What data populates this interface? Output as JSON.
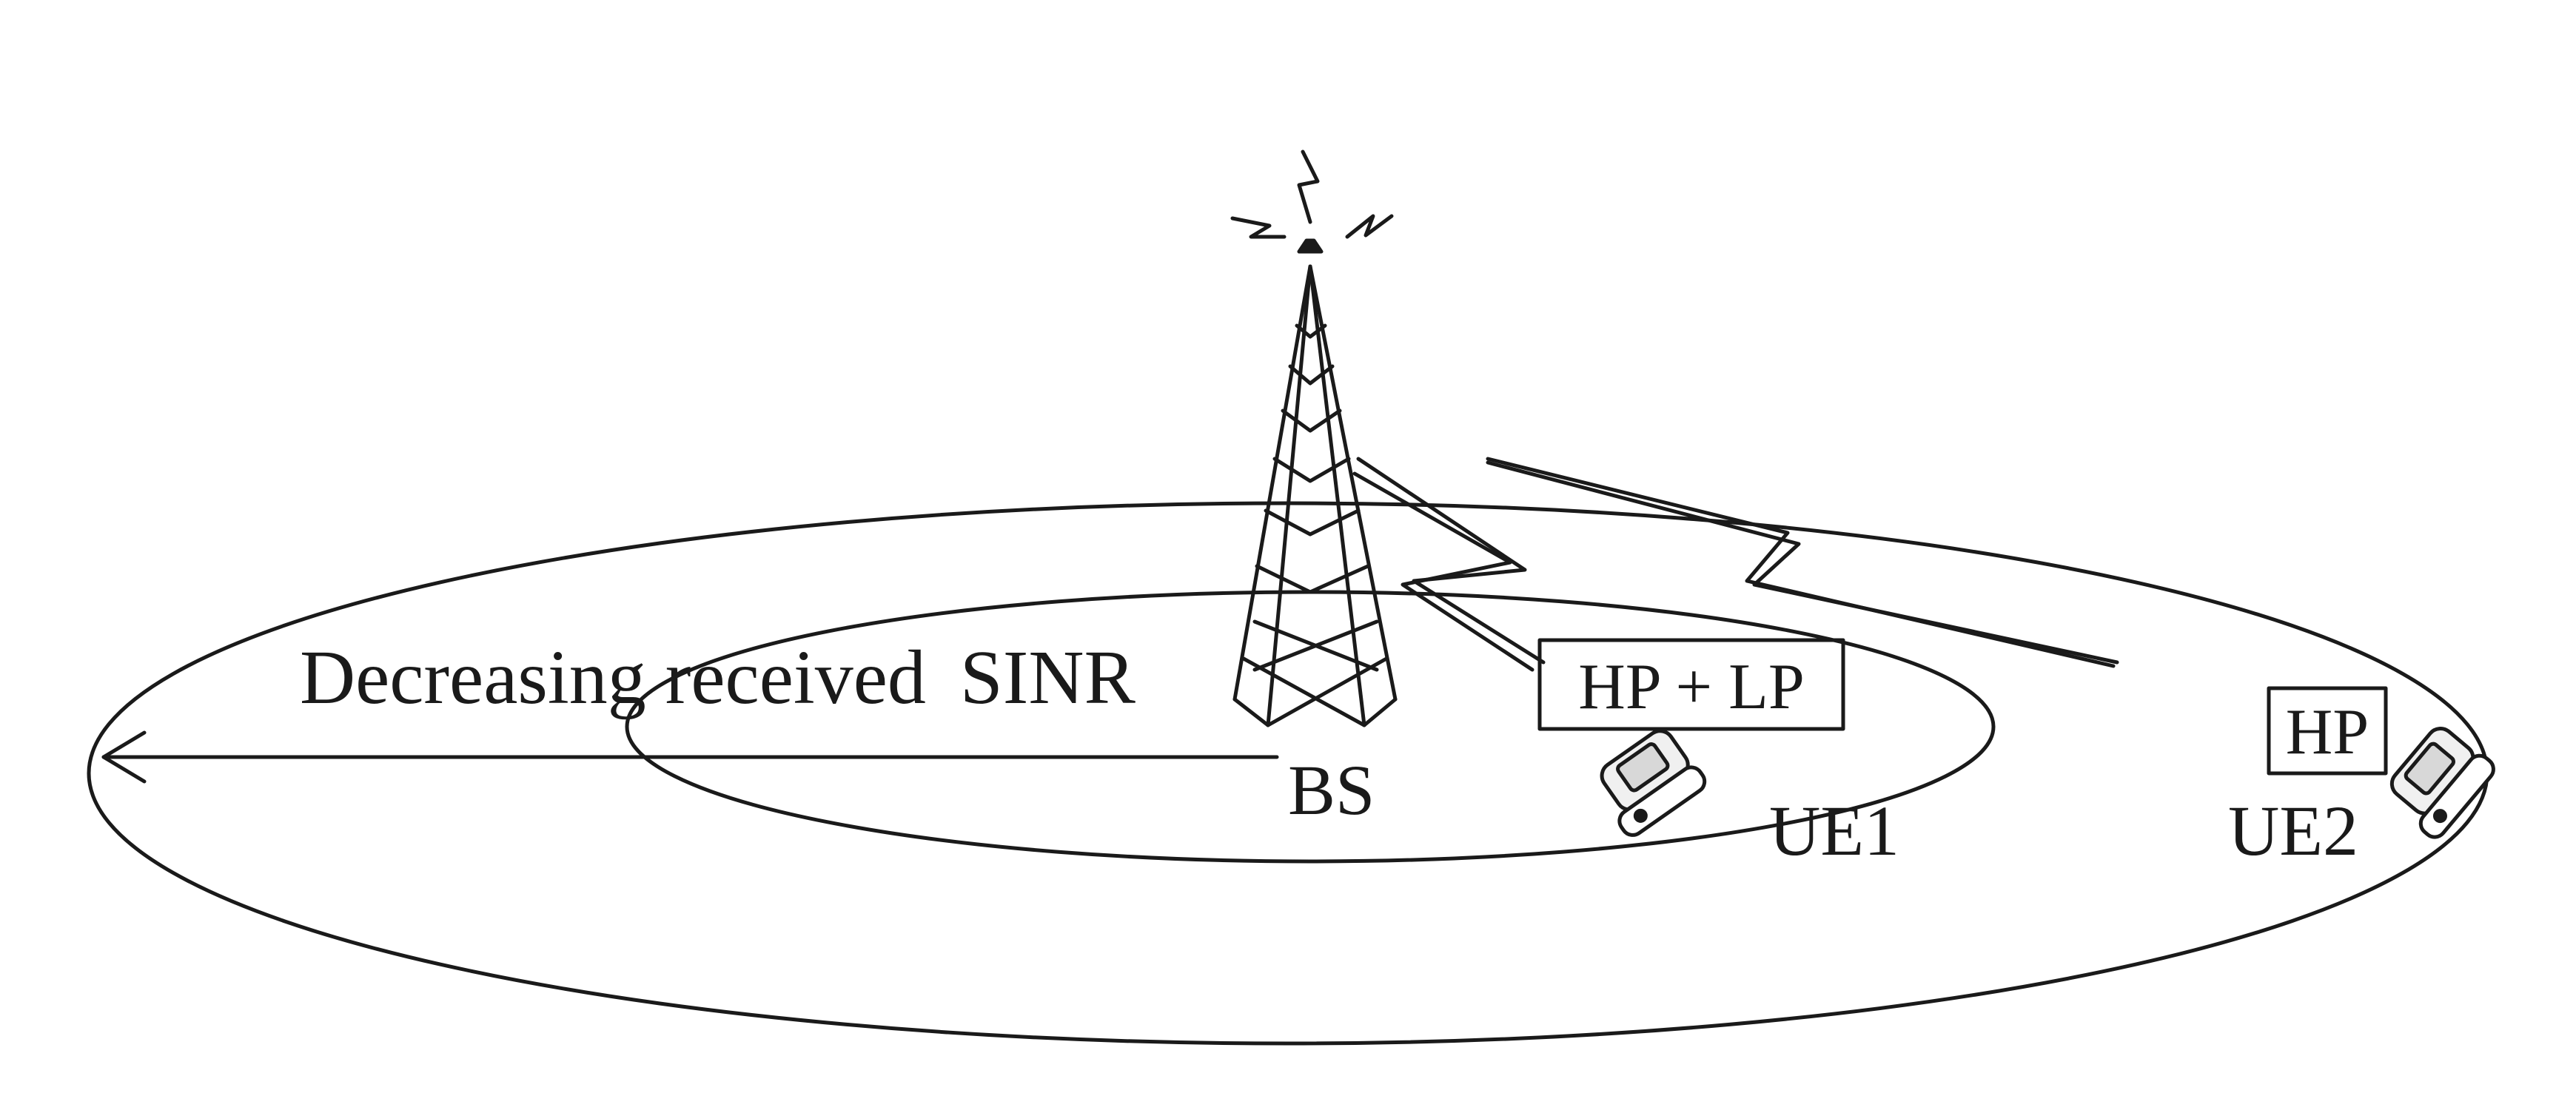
{
  "diagram": {
    "arrow_label_part1": "Decreasing received",
    "arrow_label_part2": "SINR",
    "base_station_label": "BS",
    "ue1": {
      "label": "UE1",
      "power_box": "HP + LP"
    },
    "ue2": {
      "label": "UE2",
      "power_box": "HP"
    }
  },
  "colors": {
    "ink": "#1a1a1a",
    "background": "#ffffff"
  },
  "icons": [
    "antenna-tower-icon",
    "radio-signal-icon",
    "mobile-phone-icon",
    "lightning-link-icon",
    "arrow-left-icon"
  ]
}
